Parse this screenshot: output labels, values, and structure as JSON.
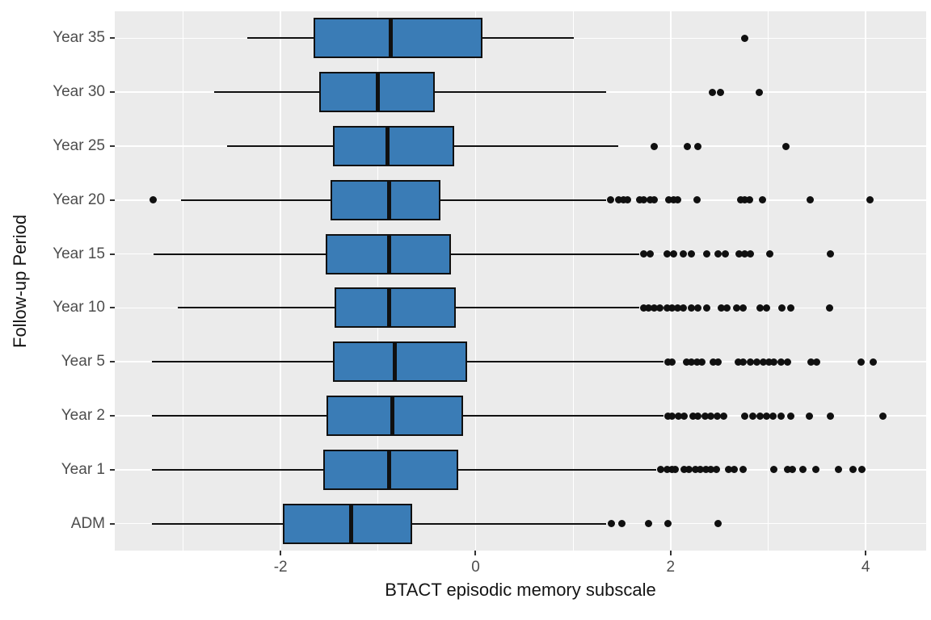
{
  "chart_data": {
    "type": "boxplot",
    "orientation": "horizontal",
    "title": "",
    "xlabel": "BTACT episodic memory subscale",
    "ylabel": "Follow-up Period",
    "xlim": [
      -3.7,
      4.62
    ],
    "x_major_ticks": [
      -2,
      0,
      2,
      4
    ],
    "x_major_labels": [
      "-2",
      "0",
      "2",
      "4"
    ],
    "x_minor_ticks": [
      -3,
      -1,
      1,
      3
    ],
    "grid": "white major+minor vertical lines, white major horizontal line per category",
    "legend": "none",
    "categories_top_to_bottom": [
      "Year 35",
      "Year 30",
      "Year 25",
      "Year 20",
      "Year 15",
      "Year 10",
      "Year 5",
      "Year 2",
      "Year 1",
      "ADM"
    ],
    "series": [
      {
        "label": "Year 35",
        "whisker_low": -2.34,
        "q1": -1.66,
        "median": -0.87,
        "q3": 0.07,
        "whisker_high": 1.01,
        "outliers": [
          2.76
        ]
      },
      {
        "label": "Year 30",
        "whisker_low": -2.68,
        "q1": -1.6,
        "median": -1.0,
        "q3": -0.42,
        "whisker_high": 1.34,
        "outliers": [
          2.43,
          2.51,
          2.91
        ]
      },
      {
        "label": "Year 25",
        "whisker_low": -2.55,
        "q1": -1.46,
        "median": -0.9,
        "q3": -0.22,
        "whisker_high": 1.46,
        "outliers": [
          1.83,
          2.17,
          2.28,
          3.18
        ]
      },
      {
        "label": "Year 20",
        "whisker_low": -3.02,
        "q1": -1.49,
        "median": -0.89,
        "q3": -0.36,
        "whisker_high": 1.34,
        "outliers": [
          -3.31,
          1.38,
          1.47,
          1.52,
          1.56,
          1.68,
          1.72,
          1.79,
          1.83,
          1.98,
          2.03,
          2.07,
          2.27,
          2.72,
          2.76,
          2.81,
          2.94,
          3.43,
          4.04
        ]
      },
      {
        "label": "Year 15",
        "whisker_low": -3.3,
        "q1": -1.54,
        "median": -0.89,
        "q3": -0.25,
        "whisker_high": 1.68,
        "outliers": [
          1.72,
          1.79,
          1.96,
          2.03,
          2.13,
          2.21,
          2.37,
          2.49,
          2.56,
          2.7,
          2.76,
          2.82,
          3.02,
          3.64
        ]
      },
      {
        "label": "Year 10",
        "whisker_low": -3.05,
        "q1": -1.45,
        "median": -0.89,
        "q3": -0.2,
        "whisker_high": 1.68,
        "outliers": [
          1.72,
          1.77,
          1.83,
          1.89,
          1.96,
          2.01,
          2.07,
          2.13,
          2.21,
          2.28,
          2.37,
          2.52,
          2.58,
          2.68,
          2.74,
          2.92,
          2.98,
          3.14,
          3.23,
          3.63
        ]
      },
      {
        "label": "Year 5",
        "whisker_low": -3.32,
        "q1": -1.46,
        "median": -0.83,
        "q3": -0.09,
        "whisker_high": 1.93,
        "outliers": [
          1.97,
          2.01,
          2.16,
          2.21,
          2.27,
          2.32,
          2.44,
          2.49,
          2.69,
          2.74,
          2.82,
          2.88,
          2.95,
          3.01,
          3.06,
          3.13,
          3.2,
          3.44,
          3.5,
          3.95,
          4.08
        ]
      },
      {
        "label": "Year 2",
        "whisker_low": -3.32,
        "q1": -1.53,
        "median": -0.85,
        "q3": -0.13,
        "whisker_high": 1.93,
        "outliers": [
          1.97,
          2.01,
          2.08,
          2.14,
          2.23,
          2.28,
          2.35,
          2.41,
          2.48,
          2.54,
          2.76,
          2.84,
          2.92,
          2.98,
          3.05,
          3.13,
          3.23,
          3.42,
          3.64,
          4.18
        ]
      },
      {
        "label": "Year 1",
        "whisker_low": -3.32,
        "q1": -1.56,
        "median": -0.89,
        "q3": -0.18,
        "whisker_high": 1.85,
        "outliers": [
          1.9,
          1.96,
          2.01,
          2.05,
          2.14,
          2.19,
          2.25,
          2.3,
          2.36,
          2.41,
          2.47,
          2.59,
          2.65,
          2.74,
          3.06,
          3.2,
          3.25,
          3.36,
          3.49,
          3.72,
          3.87,
          3.96
        ]
      },
      {
        "label": "ADM",
        "whisker_low": -3.32,
        "q1": -1.98,
        "median": -1.28,
        "q3": -0.65,
        "whisker_high": 1.34,
        "outliers": [
          1.39,
          1.5,
          1.77,
          1.97,
          2.49
        ]
      }
    ]
  },
  "colors": {
    "box_fill": "#3A7CB6",
    "stroke": "#101010",
    "panel_bg": "#EBEBEB",
    "grid": "#FFFFFF",
    "tick_mark": "#333333",
    "tick_label": "#4D4D4D",
    "axis_title": "#141414"
  }
}
